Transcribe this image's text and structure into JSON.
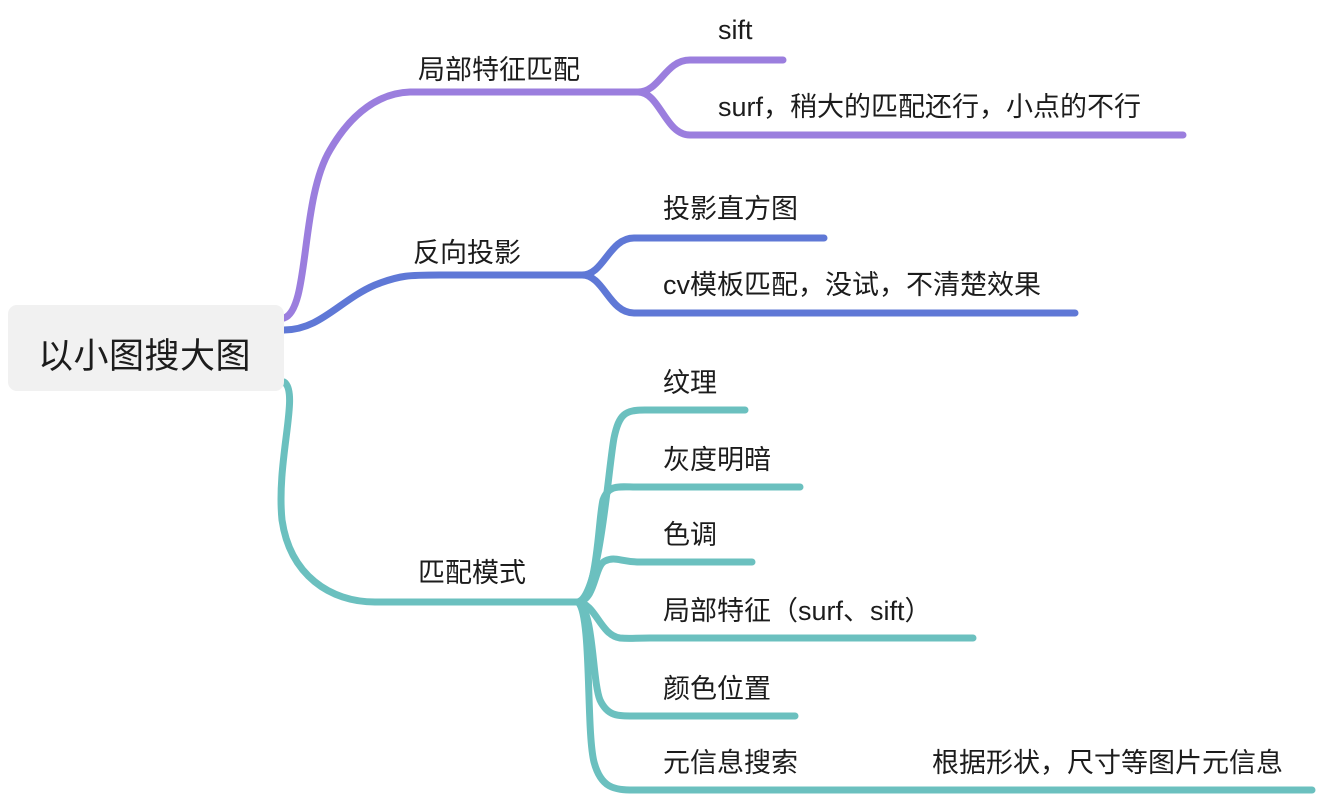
{
  "diagram": {
    "type": "mind-map",
    "title": "以小图搜大图",
    "background": "#ffffff",
    "root": {
      "label": "以小图搜大图",
      "box_color": "#f1f1f1",
      "text_color": "#1c1c1c"
    },
    "branches": [
      {
        "label": "局部特征匹配",
        "color": "#9b7ede",
        "children": [
          {
            "label": "sift"
          },
          {
            "label": "surf，稍大的匹配还行，小点的不行"
          }
        ]
      },
      {
        "label": "反向投影",
        "color": "#5f78d6",
        "children": [
          {
            "label": "投影直方图"
          },
          {
            "label": "cv模板匹配，没试，不清楚效果"
          }
        ]
      },
      {
        "label": "匹配模式",
        "color": "#6bc0bf",
        "children": [
          {
            "label": "纹理"
          },
          {
            "label": "灰度明暗"
          },
          {
            "label": "色调"
          },
          {
            "label": "局部特征（surf、sift）"
          },
          {
            "label": "颜色位置"
          },
          {
            "label": "元信息搜索",
            "annotation": "根据形状，尺寸等图片元信息"
          }
        ]
      }
    ]
  }
}
